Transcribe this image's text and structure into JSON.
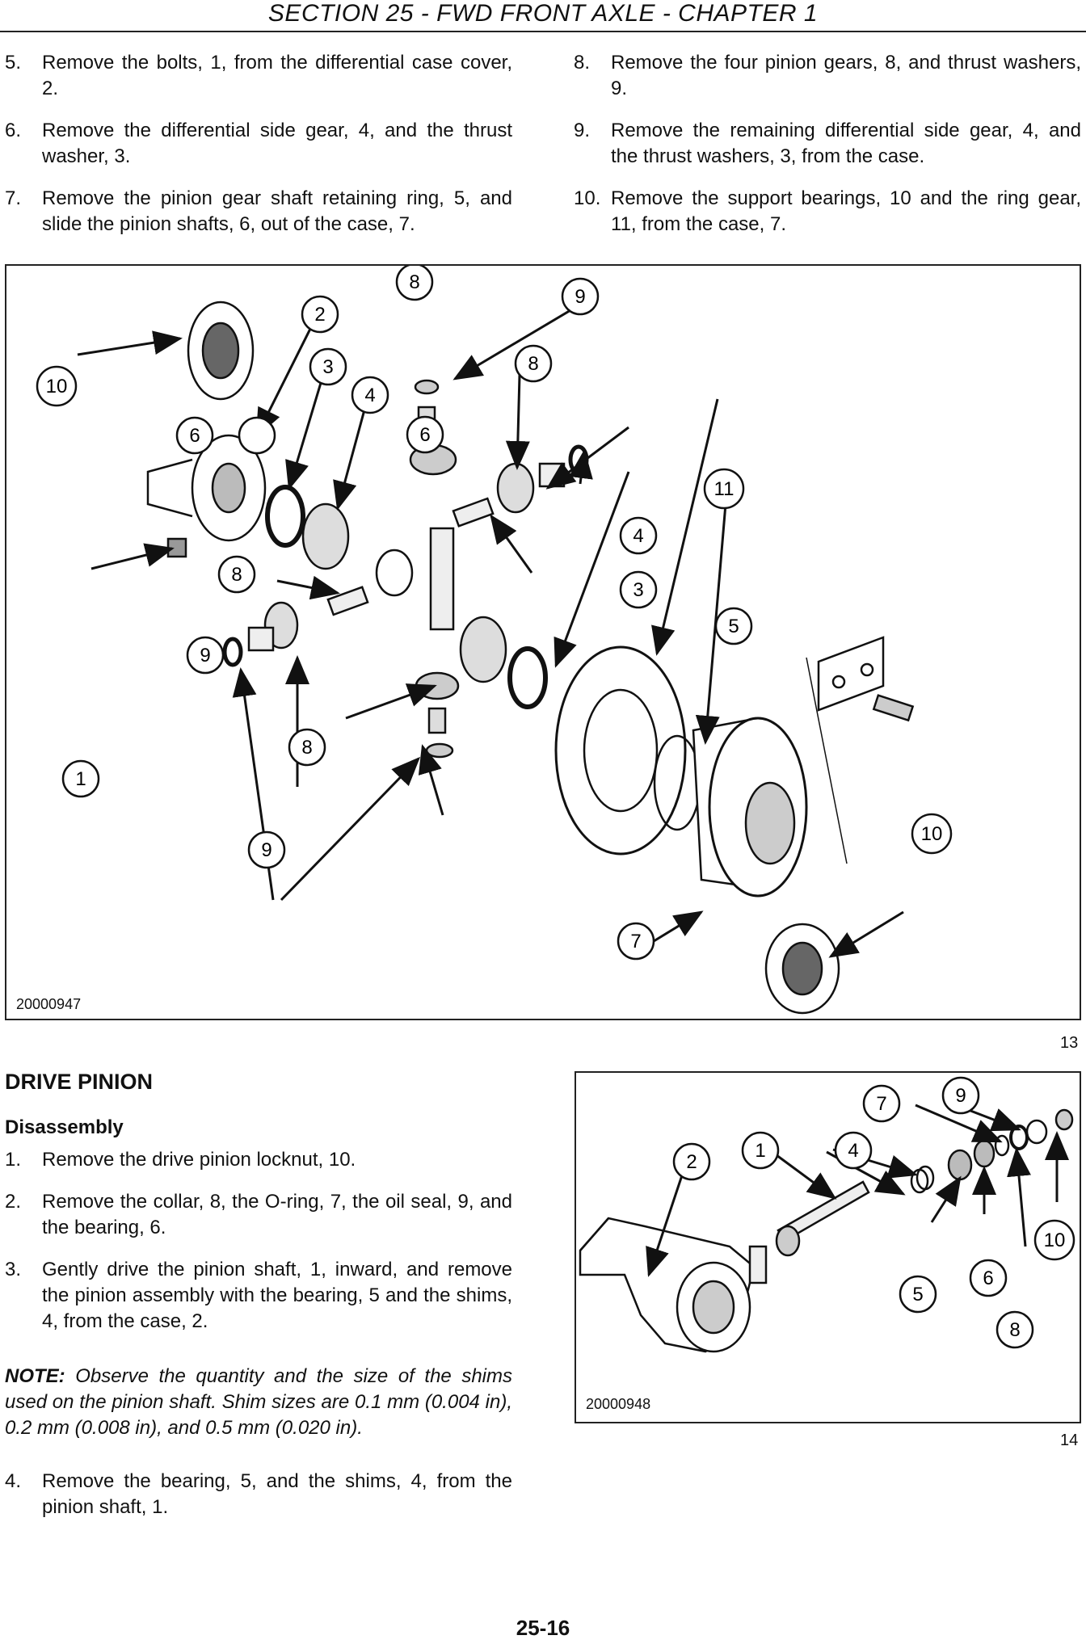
{
  "header": {
    "title": "SECTION 25 - FWD FRONT AXLE - CHAPTER 1"
  },
  "top_steps_left": [
    {
      "num": "5.",
      "text": "Remove the bolts, 1, from the differential case cover, 2."
    },
    {
      "num": "6.",
      "text": "Remove the differential side gear, 4, and the thrust washer, 3."
    },
    {
      "num": "7.",
      "text": "Remove the pinion gear shaft retaining ring, 5, and slide the pinion shafts, 6, out of the case, 7."
    }
  ],
  "top_steps_right": [
    {
      "num": "8.",
      "text": "Remove the four pinion gears, 8, and thrust washers, 9."
    },
    {
      "num": "9.",
      "text": "Remove the remaining differential side gear, 4, and the thrust washers, 3, from the case."
    },
    {
      "num": "10.",
      "text": "Remove the support bearings, 10 and the ring gear, 11, from the case, 7."
    }
  ],
  "figure1": {
    "id": "20000947",
    "number": "13",
    "callouts": [
      "1",
      "2",
      "3",
      "4",
      "6",
      "6",
      "8",
      "8",
      "9",
      "9",
      "10",
      "10",
      "11",
      "4",
      "3",
      "5",
      "7"
    ]
  },
  "drive_pinion": {
    "heading": "DRIVE PINION",
    "subheading": "Disassembly",
    "steps": [
      {
        "num": "1.",
        "text": "Remove the drive pinion locknut, 10."
      },
      {
        "num": "2.",
        "text": "Remove the collar, 8, the O-ring, 7, the oil seal, 9, and the bearing, 6."
      },
      {
        "num": "3.",
        "text": "Gently drive the pinion shaft, 1, inward, and remove the pinion assembly with the bearing, 5 and the shims, 4, from the case, 2."
      }
    ],
    "note_label": "NOTE:",
    "note_text": "Observe the quantity and the size of the shims used on the pinion shaft. Shim sizes are 0.1 mm (0.004 in), 0.2 mm (0.008 in), and 0.5 mm (0.020 in).",
    "step4": {
      "num": "4.",
      "text": "Remove the bearing, 5, and the shims, 4, from the pinion shaft, 1."
    }
  },
  "figure2": {
    "id": "20000948",
    "number": "14",
    "callouts": [
      "7",
      "9",
      "2",
      "1",
      "4",
      "10",
      "5",
      "6",
      "8"
    ]
  },
  "page_number": "25-16"
}
